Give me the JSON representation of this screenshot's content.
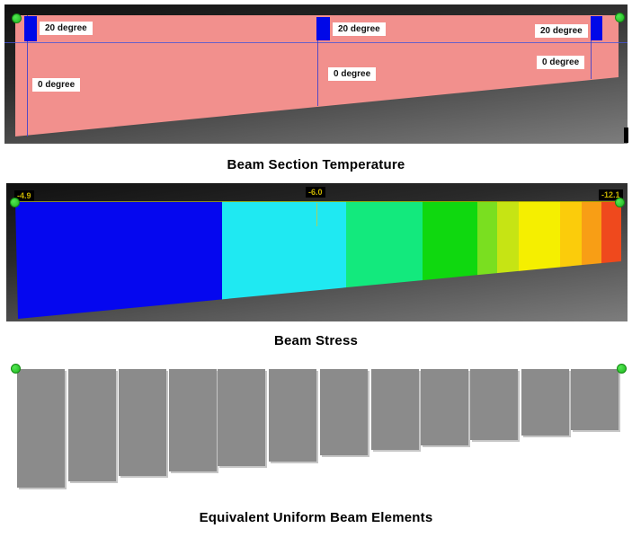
{
  "titles": {
    "temperature": "Beam Section Temperature",
    "stress": "Beam Stress",
    "elements": "Equivalent Uniform Beam Elements"
  },
  "temperature_panel": {
    "labels": [
      "20 degree",
      "0 degree",
      "20 degree",
      "0 degree",
      "20 degree",
      "0 degree"
    ],
    "beam_color": "#F2908D",
    "marker_color": "#0008E8",
    "gridline_color": "#4753D6",
    "node_marker_color": "#2FD32F"
  },
  "stress_panel": {
    "value_labels": [
      "-4.9",
      "-6.0",
      "-12.1"
    ],
    "stress_start": -4.9,
    "stress_middle": -6.0,
    "stress_end": -12.1,
    "label_text_color": "#C9B400",
    "label_bg_color": "#000000",
    "segments": [
      "#0507EF",
      "#1FE9F2",
      "#13E97D",
      "#0FD80F",
      "#7ADF20",
      "#C6E414",
      "#F5EF00",
      "#FBCC0B",
      "#F89E15",
      "#EF491D"
    ]
  },
  "elements_panel": {
    "bar_color": "#8B8B8B",
    "bar_count": 12,
    "node_marker_color": "#2FD32F"
  }
}
